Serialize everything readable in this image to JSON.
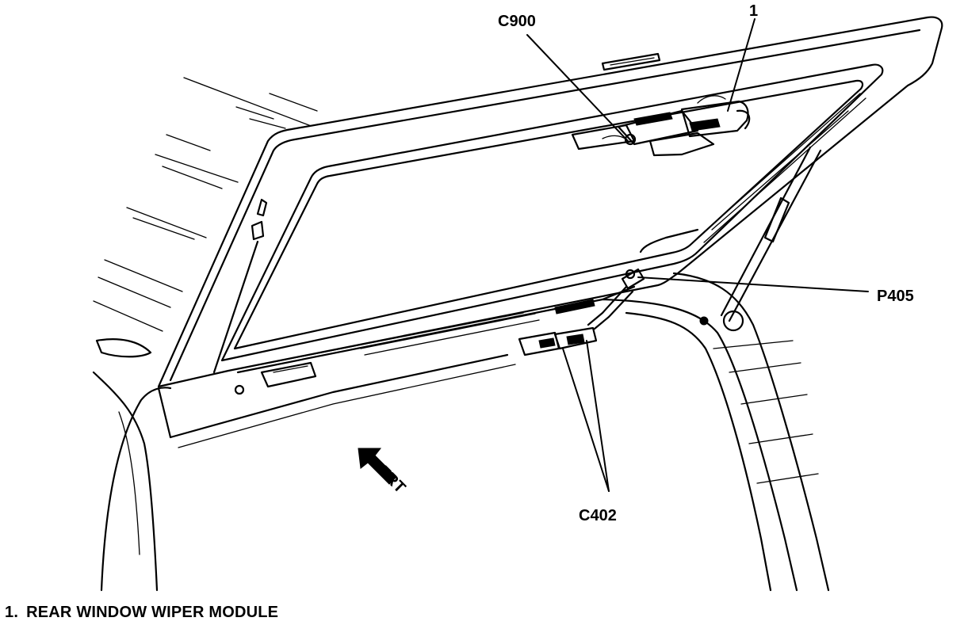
{
  "callouts": {
    "c900": "C900",
    "item1": "1",
    "p405": "P405",
    "c402": "C402",
    "frt": "FRT"
  },
  "legend": {
    "items": [
      {
        "number": "1.",
        "text": "REAR WINDOW WIPER MODULE"
      }
    ]
  },
  "colors": {
    "ink": "#000000",
    "paper": "#ffffff"
  }
}
